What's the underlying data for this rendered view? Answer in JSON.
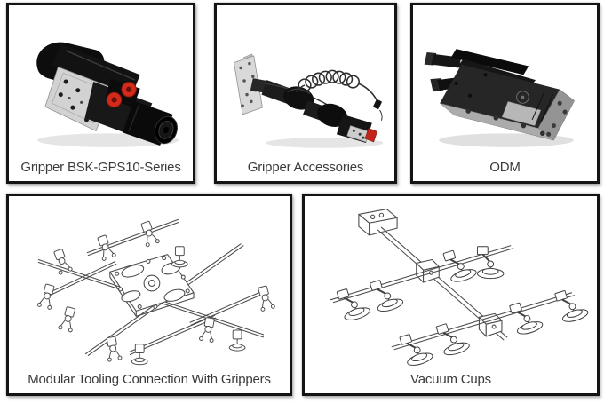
{
  "page": {
    "background_color": "#ffffff",
    "card_border_color": "#141414",
    "caption_text_color": "#3b3b3b",
    "accent_red": "#d32a1b"
  },
  "cards": [
    {
      "label": "Gripper BSK-GPS10-Series",
      "image_name": "black-pneumatic-gripper-with-red-knobs-photo"
    },
    {
      "label": "Gripper Accessories",
      "image_name": "gripper-arm-with-coiled-cable-and-mounting-plate-photo"
    },
    {
      "label": "ODM",
      "image_name": "metallic-odm-gripper-mechanism-photo"
    },
    {
      "label": "Modular Tooling Connection With Grippers",
      "image_name": "modular-tooling-frame-with-grippers-line-drawing"
    },
    {
      "label": "Vacuum Cups",
      "image_name": "vacuum-cup-rail-frame-line-drawing"
    }
  ]
}
